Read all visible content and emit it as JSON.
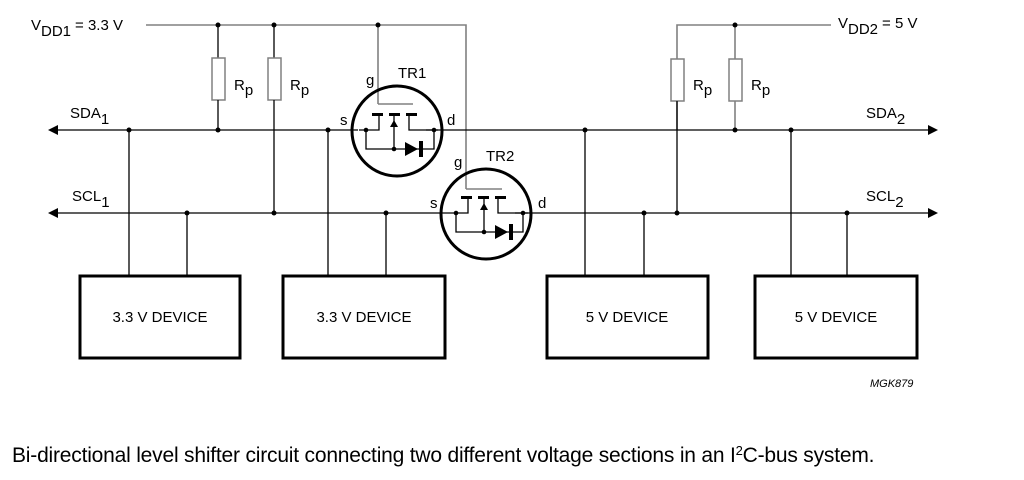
{
  "supplies": {
    "vdd1": {
      "main": "V",
      "sub": "DD1",
      "value": "= 3.3 V"
    },
    "vdd2": {
      "main": "V",
      "sub": "DD2",
      "value": "= 5 V"
    }
  },
  "buses": {
    "sda1": {
      "main": "SDA",
      "sub": "1"
    },
    "scl1": {
      "main": "SCL",
      "sub": "1"
    },
    "sda2": {
      "main": "SDA",
      "sub": "2"
    },
    "scl2": {
      "main": "SCL",
      "sub": "2"
    }
  },
  "resistors": [
    {
      "main": "R",
      "sub": "p"
    },
    {
      "main": "R",
      "sub": "p"
    },
    {
      "main": "R",
      "sub": "p"
    },
    {
      "main": "R",
      "sub": "p"
    }
  ],
  "transistors": [
    {
      "name": "TR1",
      "gate": "g",
      "source": "s",
      "drain": "d"
    },
    {
      "name": "TR2",
      "gate": "g",
      "source": "s",
      "drain": "d"
    }
  ],
  "devices": [
    {
      "label": "3.3 V DEVICE"
    },
    {
      "label": "3.3 V DEVICE"
    },
    {
      "label": "5 V DEVICE"
    },
    {
      "label": "5 V DEVICE"
    }
  ],
  "reference": "MGK879",
  "caption": {
    "before": "Bi-directional level shifter circuit connecting two different voltage sections in an I",
    "sup": "2",
    "after": "C-bus system."
  }
}
